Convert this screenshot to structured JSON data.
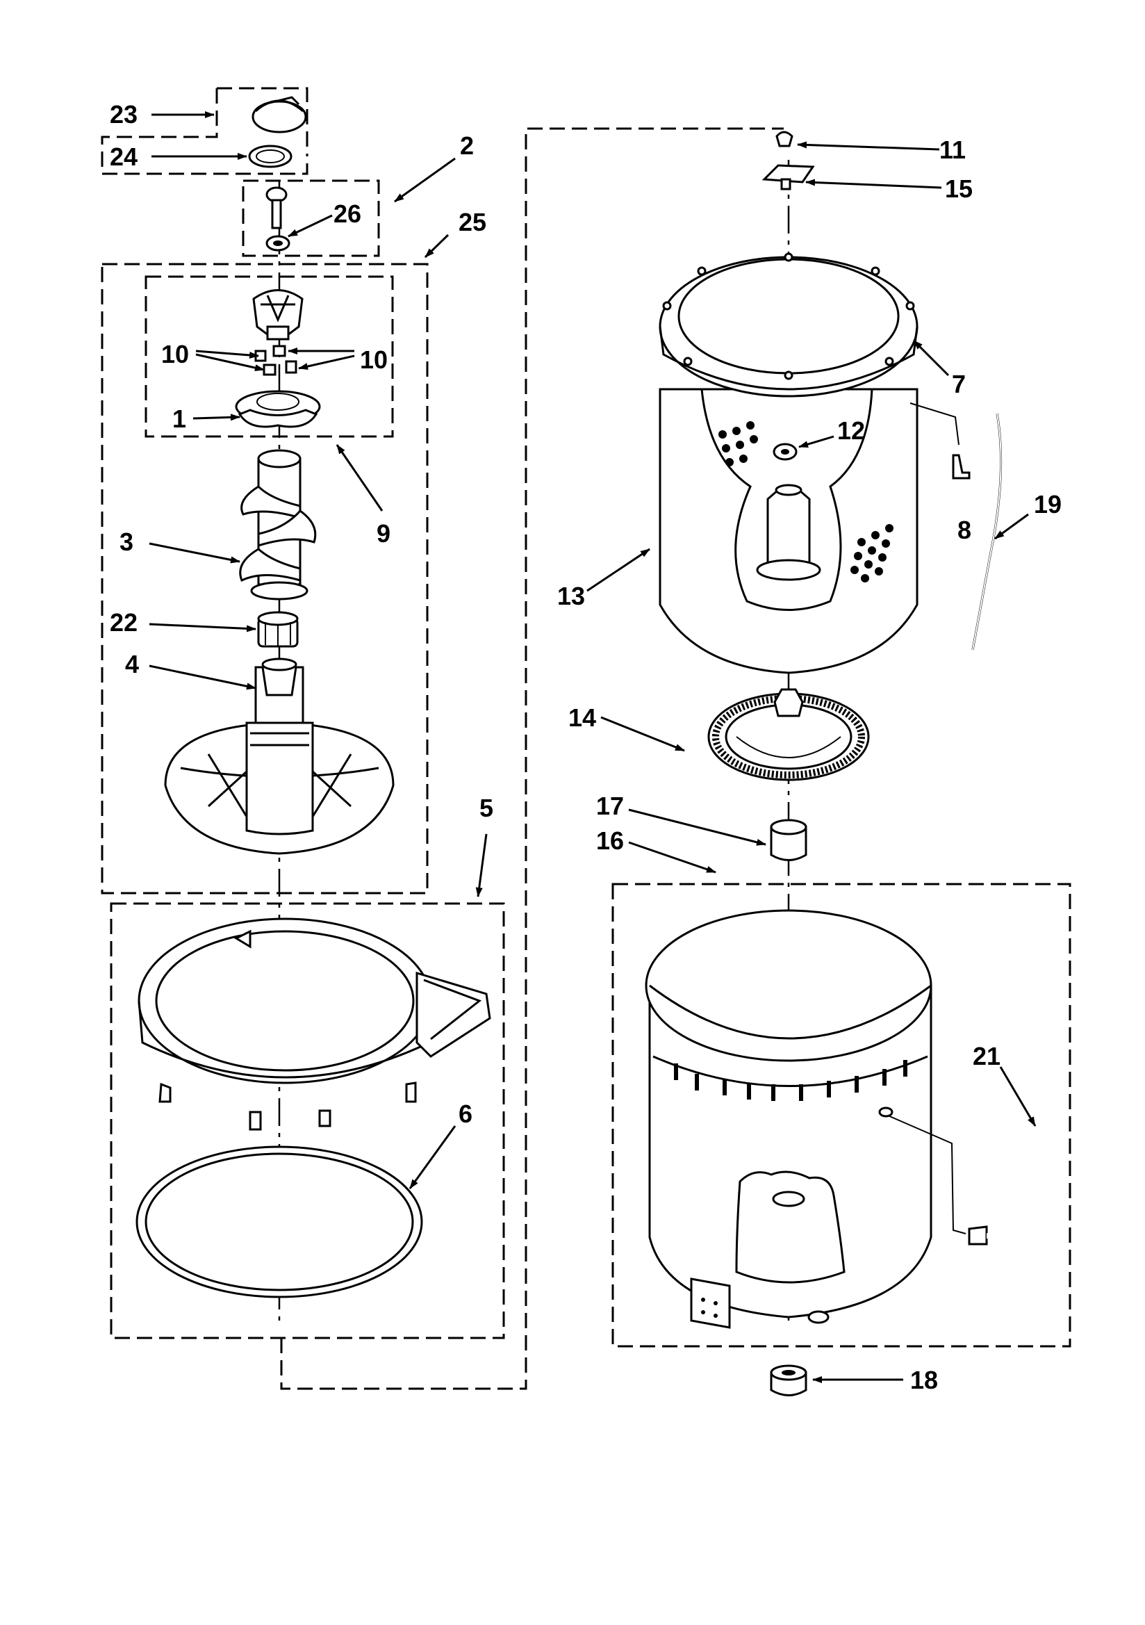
{
  "diagram": {
    "labels": {
      "p1": "1",
      "p2": "2",
      "p3": "3",
      "p4": "4",
      "p5": "5",
      "p6": "6",
      "p7": "7",
      "p8": "8",
      "p9": "9",
      "p10a": "10",
      "p10b": "10",
      "p11": "11",
      "p12": "12",
      "p13": "13",
      "p14": "14",
      "p15": "15",
      "p16": "16",
      "p17": "17",
      "p18": "18",
      "p19": "19",
      "p21": "21",
      "p22": "22",
      "p23": "23",
      "p24": "24",
      "p25": "25",
      "p26": "26"
    }
  }
}
